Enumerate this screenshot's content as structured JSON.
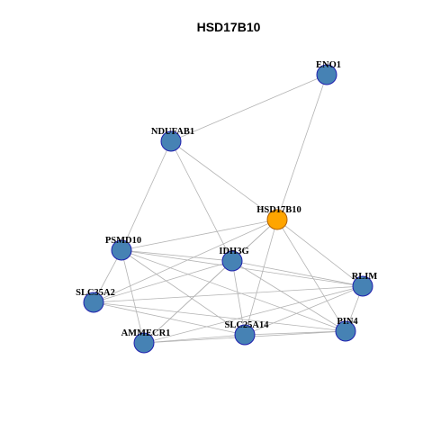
{
  "title": "HSD17B10",
  "colors": {
    "node_default": "#4682B4",
    "node_default_border": "#1f1fae",
    "node_focus": "#FFA500",
    "node_focus_border": "#b06000",
    "edge": "#b3b3b3"
  },
  "nodes": [
    {
      "id": "HSD17B10",
      "label": "HSD17B10",
      "focus": true
    },
    {
      "id": "ENO1",
      "label": "ENO1",
      "focus": false
    },
    {
      "id": "NDUFAB1",
      "label": "NDUFAB1",
      "focus": false
    },
    {
      "id": "PSMD10",
      "label": "PSMD10",
      "focus": false
    },
    {
      "id": "IDH3G",
      "label": "IDH3G",
      "focus": false
    },
    {
      "id": "RLIM",
      "label": "RLIM",
      "focus": false
    },
    {
      "id": "SLC35A2",
      "label": "SLC35A2",
      "focus": false
    },
    {
      "id": "SLC25A14",
      "label": "SLC25A14",
      "focus": false
    },
    {
      "id": "PIN4",
      "label": "PIN4",
      "focus": false
    },
    {
      "id": "AMMECR1",
      "label": "AMMECR1",
      "focus": false
    }
  ],
  "edges": [
    [
      "ENO1",
      "NDUFAB1"
    ],
    [
      "ENO1",
      "HSD17B10"
    ],
    [
      "NDUFAB1",
      "HSD17B10"
    ],
    [
      "NDUFAB1",
      "PSMD10"
    ],
    [
      "NDUFAB1",
      "IDH3G"
    ],
    [
      "HSD17B10",
      "PSMD10"
    ],
    [
      "HSD17B10",
      "IDH3G"
    ],
    [
      "HSD17B10",
      "SLC35A2"
    ],
    [
      "HSD17B10",
      "AMMECR1"
    ],
    [
      "HSD17B10",
      "SLC25A14"
    ],
    [
      "HSD17B10",
      "RLIM"
    ],
    [
      "HSD17B10",
      "PIN4"
    ],
    [
      "PSMD10",
      "IDH3G"
    ],
    [
      "PSMD10",
      "RLIM"
    ],
    [
      "PSMD10",
      "PIN4"
    ],
    [
      "PSMD10",
      "SLC25A14"
    ],
    [
      "PSMD10",
      "AMMECR1"
    ],
    [
      "PSMD10",
      "SLC35A2"
    ],
    [
      "IDH3G",
      "SLC35A2"
    ],
    [
      "IDH3G",
      "AMMECR1"
    ],
    [
      "IDH3G",
      "SLC25A14"
    ],
    [
      "IDH3G",
      "RLIM"
    ],
    [
      "IDH3G",
      "PIN4"
    ],
    [
      "SLC35A2",
      "RLIM"
    ],
    [
      "SLC35A2",
      "SLC25A14"
    ],
    [
      "SLC35A2",
      "PIN4"
    ],
    [
      "AMMECR1",
      "RLIM"
    ],
    [
      "AMMECR1",
      "PIN4"
    ],
    [
      "AMMECR1",
      "SLC25A14"
    ],
    [
      "SLC25A14",
      "RLIM"
    ],
    [
      "SLC25A14",
      "PIN4"
    ],
    [
      "RLIM",
      "PIN4"
    ]
  ]
}
